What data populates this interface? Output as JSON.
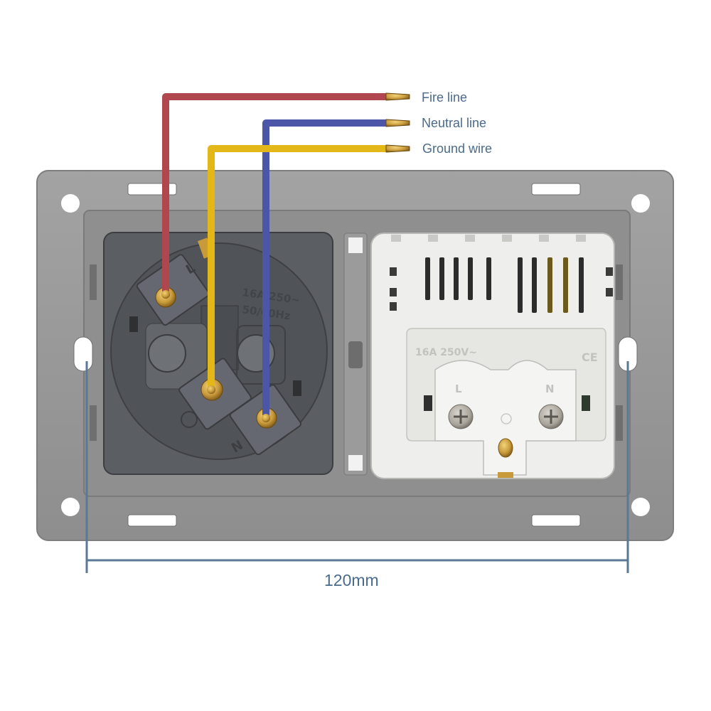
{
  "wires": {
    "fire": {
      "label": "Fire line",
      "color": "#b0474f"
    },
    "neutral": {
      "label": "Neutral line",
      "color": "#4b56a8"
    },
    "ground": {
      "label": "Ground wire",
      "color": "#e3b717"
    }
  },
  "dimension": {
    "label": "120mm",
    "color": "#5b7896"
  },
  "left_socket": {
    "rating_line1": "16A/250~",
    "rating_line2": "50/60Hz",
    "live_mark": "L",
    "neutral_mark": "N"
  },
  "right_socket": {
    "rating": "16A 250V~",
    "ce_mark": "CE",
    "live_mark": "L",
    "neutral_mark": "N"
  },
  "colors": {
    "frame": "#9a9a9a",
    "socket_dark": "#5b5e62",
    "socket_white": "#eeeeec",
    "brass": "#c89a3a"
  }
}
